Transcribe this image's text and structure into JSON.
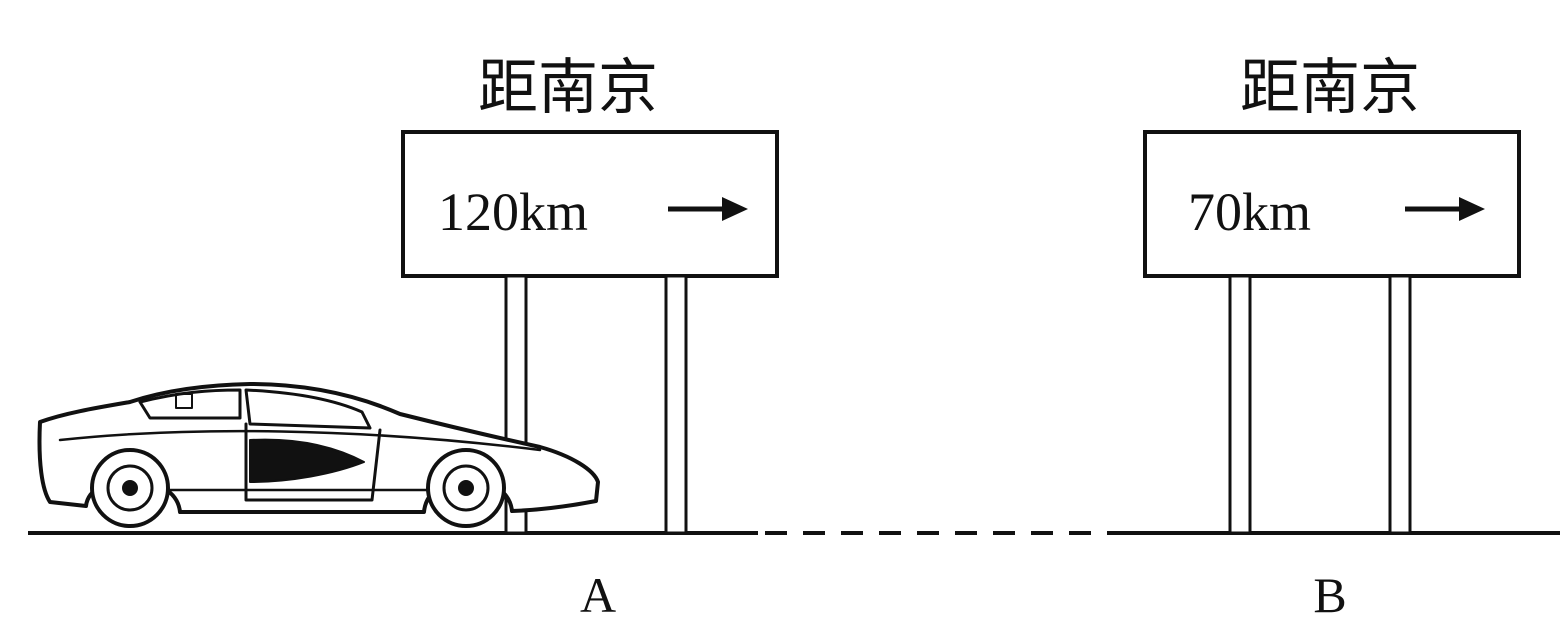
{
  "signs": [
    {
      "title": "距南京",
      "distance": "120km",
      "arrow": "→",
      "point_label": "A"
    },
    {
      "title": "距南京",
      "distance": "70km",
      "arrow": "→",
      "point_label": "B"
    }
  ],
  "icons": {
    "car": "sports-car-icon",
    "arrow": "arrow-right-icon"
  },
  "colors": {
    "ink": "#111111",
    "background": "#ffffff"
  }
}
